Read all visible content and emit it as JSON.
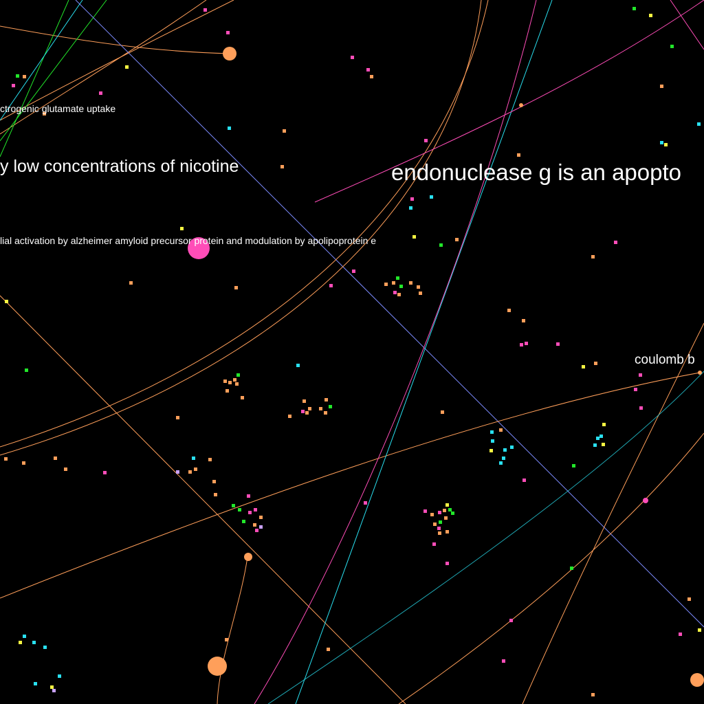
{
  "colors": {
    "background": "#000000",
    "orange": "#ff9f5a",
    "pink": "#ff4db8",
    "cyan": "#29e0f0",
    "green": "#22e62a",
    "yellow": "#f5f542",
    "lavender": "#c9a2ff",
    "blue": "#7d8cff",
    "label": "#ffffff"
  },
  "labels": {
    "glutamate": "ctrogenic glutamate uptake",
    "nicotine": "y low concentrations of nicotine",
    "endonuclease": "endonuclease g is an apopto",
    "microglial": "lial activation by alzheimer amyloid precursor protein and modulation by apolipoprotein e",
    "coulomb": "coulomb b"
  }
}
